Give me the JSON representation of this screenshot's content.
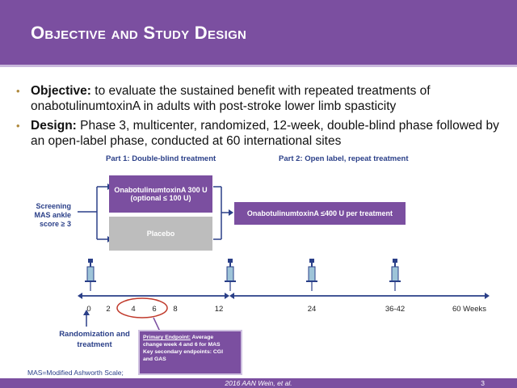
{
  "title": "Objective and Study Design",
  "bullets": [
    {
      "label": "Objective:",
      "text": " to evaluate the sustained benefit with repeated treatments of onabotulinumtoxinA in adults with post-stroke lower limb spasticity"
    },
    {
      "label": "Design:",
      "text": " Phase 3, multicenter, randomized, 12-week, double-blind phase followed by an open-label phase, conducted at 60 international sites"
    }
  ],
  "diagram": {
    "part1_label": "Part 1: Double-blind treatment",
    "part2_label": "Part 2: Open label, repeat treatment",
    "screening": [
      "Screening",
      "MAS ankle",
      "score ≥ 3"
    ],
    "arm1": [
      "OnabotulinumtoxinA 300 U",
      "(optional ≤ 100 U)"
    ],
    "arm2": "Placebo",
    "open_label": "OnabotulinumtoxinA ≤400 U per treatment",
    "timeline_ticks": [
      "0",
      "2",
      "4",
      "6",
      "8",
      "12",
      "24",
      "36-42",
      "60 Weeks"
    ],
    "randomization": [
      "Randomization and",
      "treatment"
    ],
    "callout": {
      "heading": "Primary Endpoint:",
      "line1_rest": " Average",
      "line2": "change week 4 and 6 for MAS",
      "line3": "Key secondary endpoints: CGI",
      "line4": "and GAS"
    }
  },
  "footnote": "MAS=Modified Ashworth Scale;",
  "footer": "2016 AAN Wein, et al.",
  "page_number": "3",
  "colors": {
    "accent": "#7b4fa0",
    "text_blue": "#2a3f88",
    "bullet_gold": "#b08a3e",
    "placebo_gray": "#bdbdbd"
  }
}
